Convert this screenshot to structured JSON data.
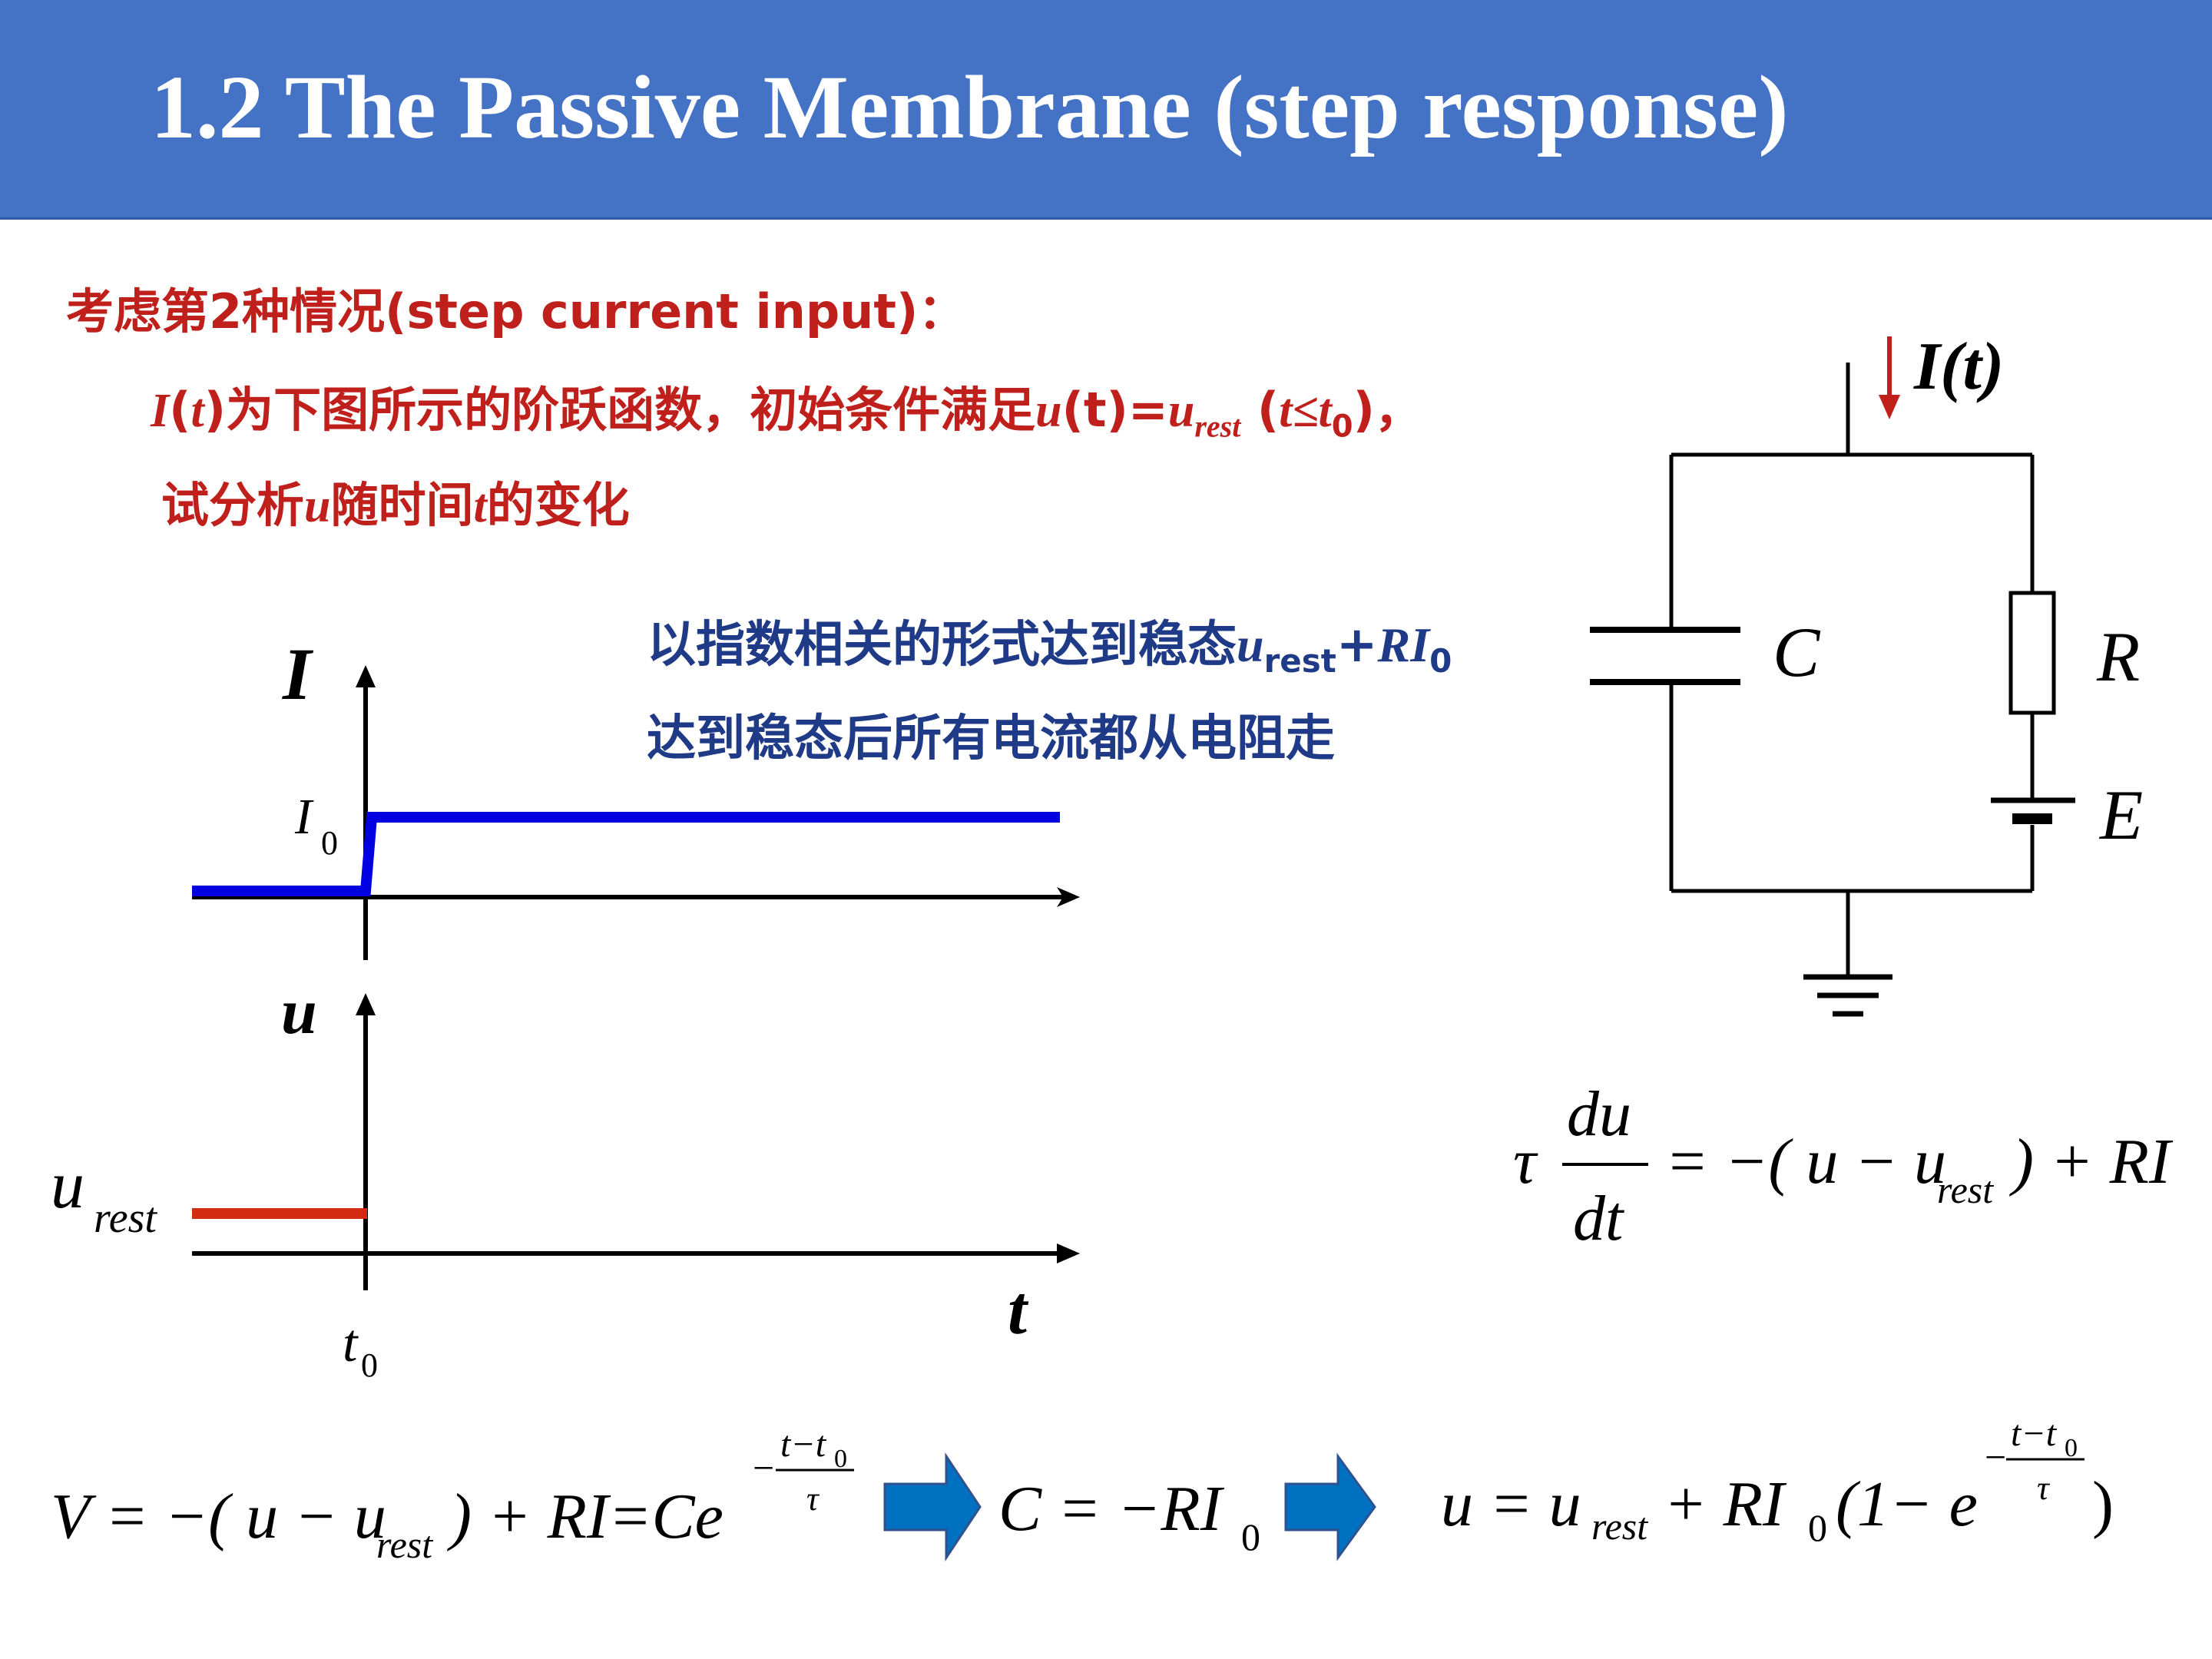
{
  "title": "1.2 The Passive Membrane (step response)",
  "problem": {
    "line1": "考虑第2种情况(step current input)：",
    "line2_func": "I",
    "line2_paren_open": "(",
    "line2_t": "t",
    "line2_paren_close": ")",
    "line2_text": "为下图所示的阶跃函数，初始条件满足",
    "line2_u": "u",
    "line2_ut": "(t)=",
    "line2_u2": "u",
    "line2_rest_sub": "rest",
    "line2_cond_open": " (",
    "line2_cond_t": "t≤t",
    "line2_cond_sub": "0",
    "line2_cond_close": ")，",
    "line3_a": "试分析",
    "line3_u": "u",
    "line3_b": "随时间",
    "line3_t": "t",
    "line3_c": "的变化"
  },
  "note": {
    "line1_text": "以指数相关的形式达到稳态",
    "line1_u": "u",
    "line1_sub": "rest",
    "line1_plus": "+",
    "line1_RI": "RI",
    "line1_sub0": "0",
    "line2": "达到稳态后所有电流都从电阻走"
  },
  "graph_current": {
    "axis_label": "I",
    "level_label": "I",
    "level_sub": "0",
    "line_color": "#0000E0"
  },
  "graph_voltage": {
    "axis_label": "u",
    "rest_label": "u",
    "rest_sub": "rest",
    "time_label": "t",
    "t0_label": "t",
    "t0_sub": "0",
    "line_color": "#D42A12"
  },
  "circuit": {
    "current_label": "I(t)",
    "capacitor_label": "C",
    "resistor_label": "R",
    "battery_label": "E",
    "arrow_color": "#C0201C"
  },
  "equations": {
    "ode": {
      "tau": "τ",
      "num": "du",
      "den": "dt",
      "rhs": "= −( u − u",
      "rhs_sub": "rest",
      "rhs_end": " ) + RI"
    },
    "eq1": {
      "lhs": "V = −( u − u",
      "sub": "rest",
      "mid": " ) + RI=Ce",
      "exp_minus": "−",
      "exp_num": "t−t",
      "exp_num_sub": "0",
      "exp_den": "τ"
    },
    "eq2": {
      "text": "C = −RI",
      "sub": "0"
    },
    "eq3": {
      "lhs": "u = u",
      "sub": "rest",
      "mid": " + RI",
      "sub0": "0",
      "paren": "(1− e",
      "exp_minus": "−",
      "exp_num": "t−t",
      "exp_num_sub": "0",
      "exp_den": "τ",
      "close": ")"
    },
    "arrow_color": "#0070C0"
  }
}
